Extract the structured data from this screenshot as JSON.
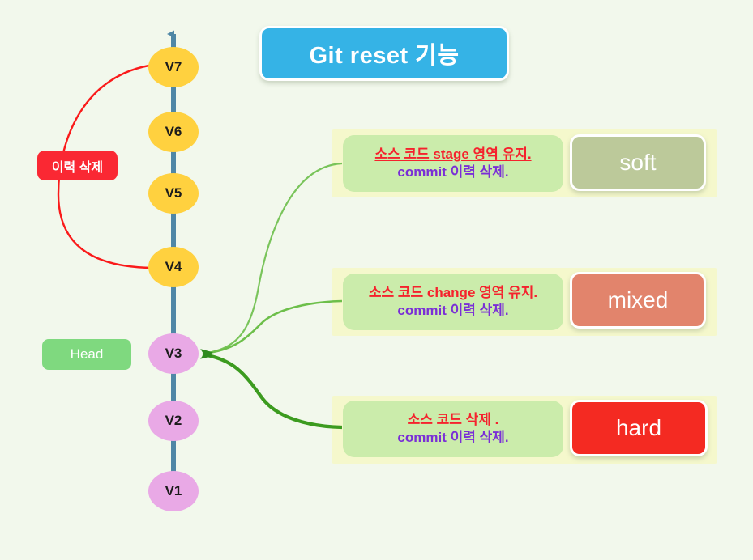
{
  "title": {
    "text": "Git reset  기능",
    "bg_color": "#35b3e6",
    "text_color": "#ffffff"
  },
  "background_color": "#f2f8ec",
  "timeline": {
    "axis_color": "#4f87a6",
    "direction": "upward",
    "nodes": [
      {
        "label": "V7",
        "color": "#ffd13f",
        "group": "deleted"
      },
      {
        "label": "V6",
        "color": "#ffd13f",
        "group": "deleted"
      },
      {
        "label": "V5",
        "color": "#ffd13f",
        "group": "deleted"
      },
      {
        "label": "V4",
        "color": "#ffd13f",
        "group": "deleted"
      },
      {
        "label": "V3",
        "color": "#e9a9e6",
        "group": "kept"
      },
      {
        "label": "V2",
        "color": "#e9a9e6",
        "group": "kept"
      },
      {
        "label": "V1",
        "color": "#e9a9e6",
        "group": "kept"
      }
    ]
  },
  "badges": {
    "history_delete": {
      "label": "이력 삭제",
      "color": "#fa2833",
      "text_color": "#ffffff"
    },
    "head": {
      "label": "Head",
      "color": "#7fd97f",
      "text_color": "#ffffff"
    }
  },
  "options": [
    {
      "name": "soft",
      "button_label": "soft",
      "button_color": "#bcc99a",
      "desc_line1_a": "소스 코드",
      "desc_line1_b": "  stage 영역 유지.",
      "desc_line2": "commit 이력 삭제.",
      "line1_color": "#f5222d",
      "line2_color": "#7a2fd6"
    },
    {
      "name": "mixed",
      "button_label": "mixed",
      "button_color": "#e2846c",
      "desc_line1_a": "소스 코드",
      "desc_line1_b": "  change 영역 유지.",
      "desc_line2": "commit 이력 삭제.",
      "line1_color": "#f5222d",
      "line2_color": "#7a2fd6"
    },
    {
      "name": "hard",
      "button_label": "hard",
      "button_color": "#f42a22",
      "desc_line1_a": "소스 코드 삭제 .",
      "desc_line1_b": "",
      "desc_line2": "commit 이력 삭제.",
      "line1_color": "#f5222d",
      "line2_color": "#7a2fd6"
    }
  ],
  "connectors": {
    "history_arc_color": "#fa1a1a",
    "reset_arrow_color": "#4f9e36",
    "arrow_target": "V3"
  }
}
